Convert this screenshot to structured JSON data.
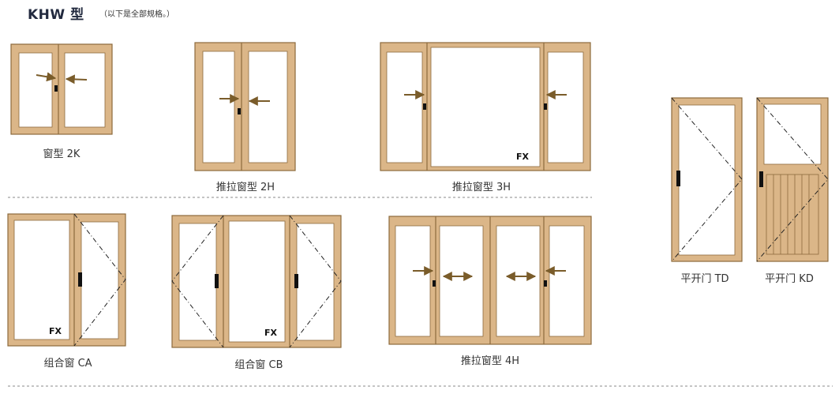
{
  "header": {
    "title": "KHW 型",
    "subtitle": "（以下是全部规格。）"
  },
  "colors": {
    "frame": "#dbb688",
    "outline": "#8c6a3c",
    "arrow": "#7a5c2a",
    "handle": "#111111",
    "divider": "#8a8a8a",
    "caption": "#333333"
  },
  "fixed_label": "FX",
  "captions": {
    "k2": "窗型 2K",
    "h2": "推拉窗型 2H",
    "h3": "推拉窗型 3H",
    "ca": "组合窗 CA",
    "cb": "组合窗 CB",
    "h4": "推拉窗型 4H",
    "td": "平开门 TD",
    "kd": "平开门 KD"
  }
}
